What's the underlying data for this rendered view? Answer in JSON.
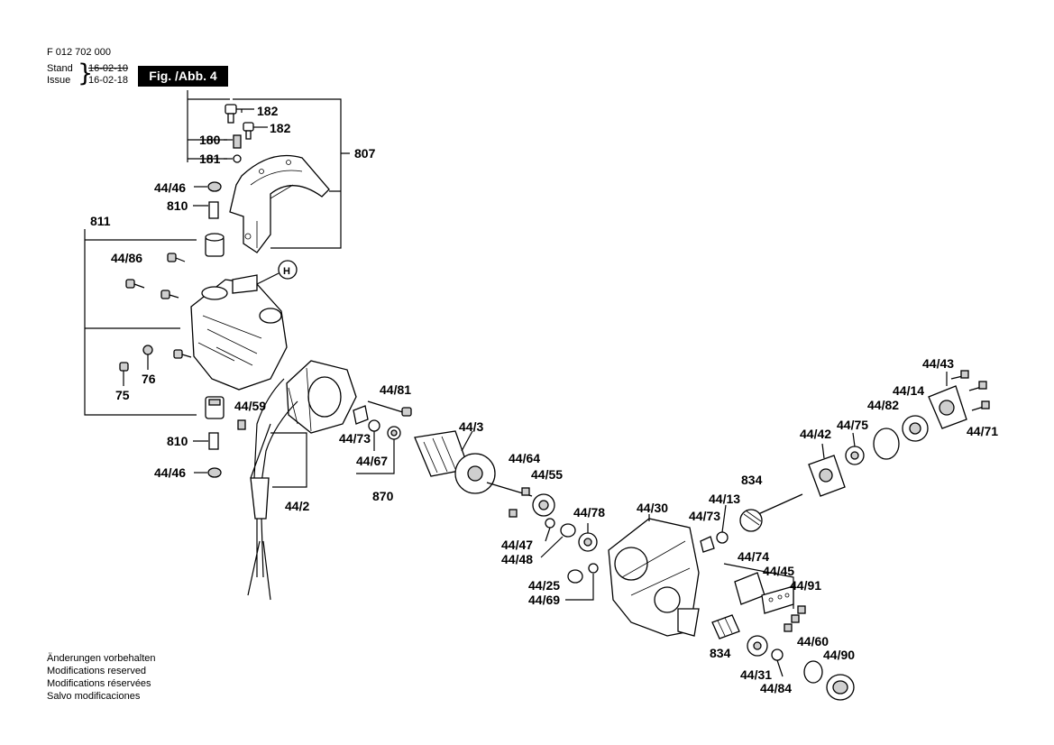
{
  "header": {
    "doc_number": "F 012 702 000",
    "stand_label": "Stand",
    "issue_label": "Issue",
    "stand_date": "16-02-10",
    "issue_date": "16-02-18",
    "figure_label": "Fig. /Abb. 4"
  },
  "footer": {
    "lines": [
      "Änderungen vorbehalten",
      "Modifications reserved",
      "Modifications réservées",
      "Salvo modificaciones"
    ]
  },
  "callouts": {
    "c182a": "182",
    "c182b": "182",
    "c180": "180",
    "c181": "181",
    "c807": "807",
    "c4446a": "44/46",
    "c810a": "810",
    "c811": "811",
    "c4486": "44/86",
    "cH": "H",
    "c76": "76",
    "c75": "75",
    "c810b": "810",
    "c4446b": "44/46",
    "c4459": "44/59",
    "c4481": "44/81",
    "c4473a": "44/73",
    "c4467": "44/67",
    "c870": "870",
    "c442": "44/2",
    "c443": "44/3",
    "c4464": "44/64",
    "c4455": "44/55",
    "c4447": "44/47",
    "c4448": "44/48",
    "c4478": "44/78",
    "c4425": "44/25",
    "c4469": "44/69",
    "c4430": "44/30",
    "c834a": "834",
    "c4413": "44/13",
    "c4473b": "44/73",
    "c4442": "44/42",
    "c4475": "44/75",
    "c4482": "44/82",
    "c4414": "44/14",
    "c4443": "44/43",
    "c4471": "44/71",
    "c4474": "44/74",
    "c4445": "44/45",
    "c4491": "44/91",
    "c834b": "834",
    "c4431": "44/31",
    "c4484": "44/84",
    "c4460": "44/60",
    "c4490": "44/90"
  }
}
